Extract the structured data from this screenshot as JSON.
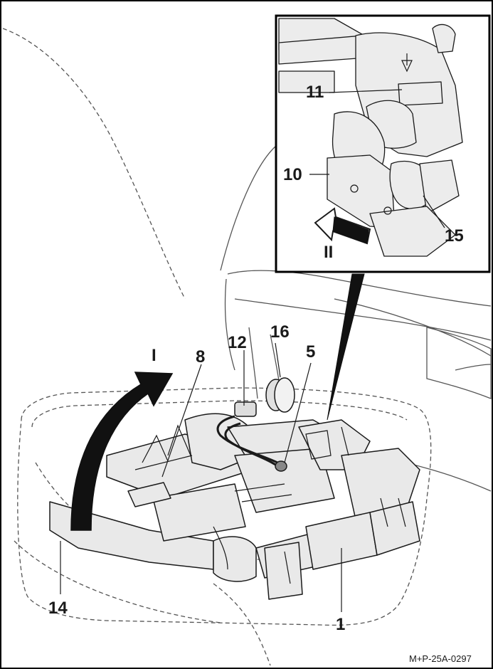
{
  "diagram": {
    "callouts": {
      "c1": "1",
      "c5": "5",
      "c8": "8",
      "c10": "10",
      "c11": "11",
      "c12": "12",
      "c14": "14",
      "c15": "15",
      "c16": "16",
      "step_I": "I",
      "step_II": "II"
    },
    "reference_code": "M+P-25A-0297",
    "colors": {
      "line": "#1a1a1a",
      "arrow_fill": "#111111",
      "dashed": "#555555",
      "shade": "#e6e6e6",
      "frame": "#000000",
      "background": "#ffffff"
    }
  }
}
